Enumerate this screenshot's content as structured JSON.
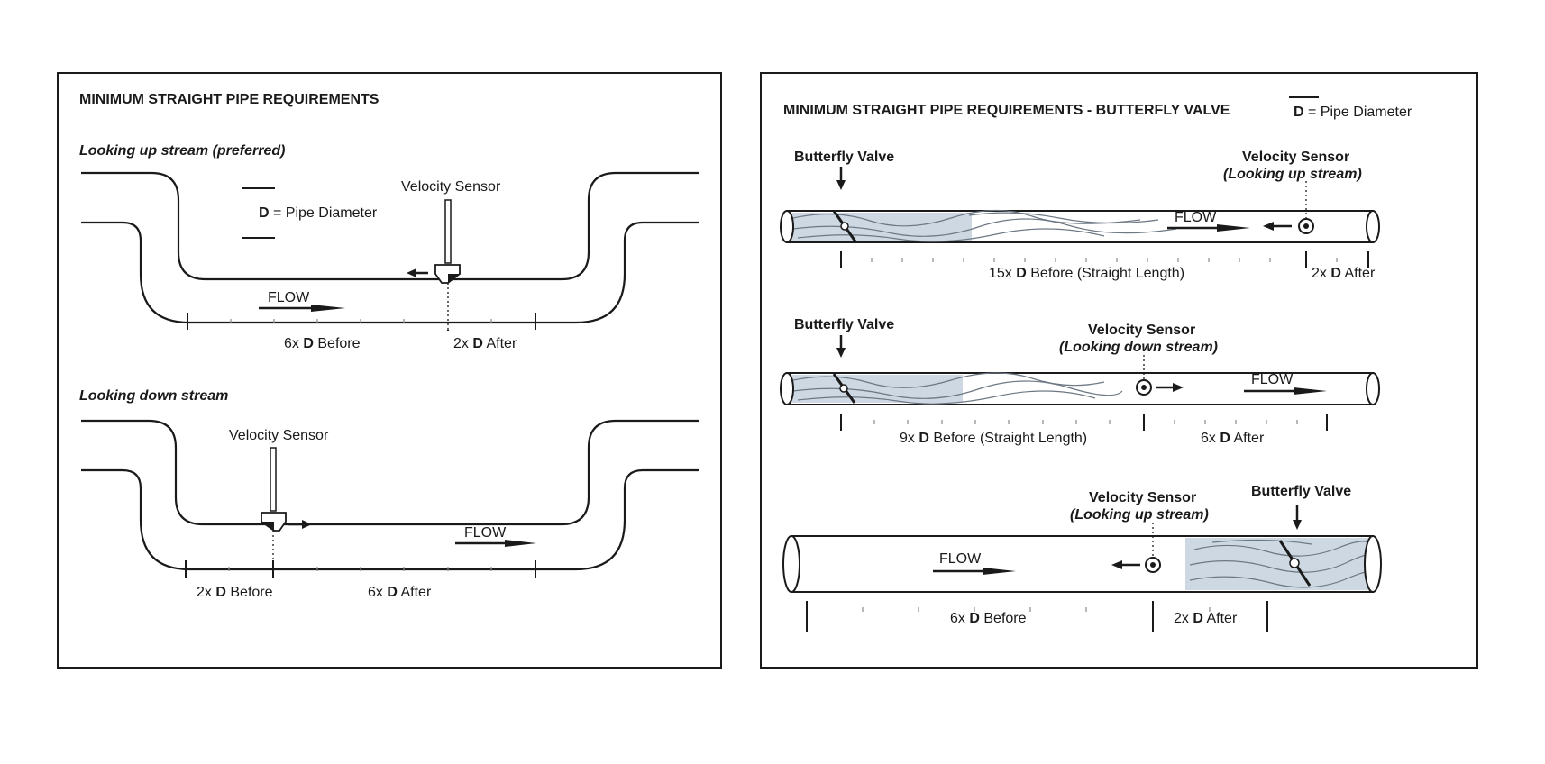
{
  "left_panel": {
    "title": "MINIMUM STRAIGHT PIPE REQUIREMENTS",
    "legend": {
      "symbol": "D",
      "text": " = Pipe Diameter"
    },
    "upstream": {
      "heading": "Looking up stream (preferred)",
      "sensor_label": "Velocity Sensor",
      "flow_label": "FLOW",
      "before_mult": "6x",
      "before_text": " Before",
      "after_mult": "2x",
      "after_text": " After"
    },
    "downstream": {
      "heading": "Looking down stream",
      "sensor_label": "Velocity Sensor",
      "flow_label": "FLOW",
      "before_mult": "2x",
      "before_text": " Before",
      "after_mult": "6x",
      "after_text": " After"
    }
  },
  "right_panel": {
    "title": "MINIMUM STRAIGHT PIPE REQUIREMENTS - BUTTERFLY VALVE",
    "legend": {
      "symbol": "D",
      "text": " = Pipe Diameter"
    },
    "row1": {
      "valve_label": "Butterfly Valve",
      "sensor_label": "Velocity Sensor",
      "sensor_note": "(Looking up stream)",
      "flow_label": "FLOW",
      "before_mult": "15x",
      "before_text": " Before (Straight Length)",
      "after_mult": "2x",
      "after_text": " After"
    },
    "row2": {
      "valve_label": "Butterfly Valve",
      "sensor_label": "Velocity Sensor",
      "sensor_note": "(Looking down stream)",
      "flow_label": "FLOW",
      "before_mult": "9x",
      "before_text": " Before (Straight Length)",
      "after_mult": "6x",
      "after_text": " After"
    },
    "row3": {
      "valve_label": "Butterfly Valve",
      "sensor_label": "Velocity Sensor",
      "sensor_note": "(Looking up stream)",
      "flow_label": "FLOW",
      "before_mult": "6x",
      "before_text": " Before",
      "after_mult": "2x",
      "after_text": " After"
    }
  },
  "colors": {
    "ink": "#1a1a1a",
    "water_shade": "#cdd8e2",
    "wave": "#6d7884"
  }
}
